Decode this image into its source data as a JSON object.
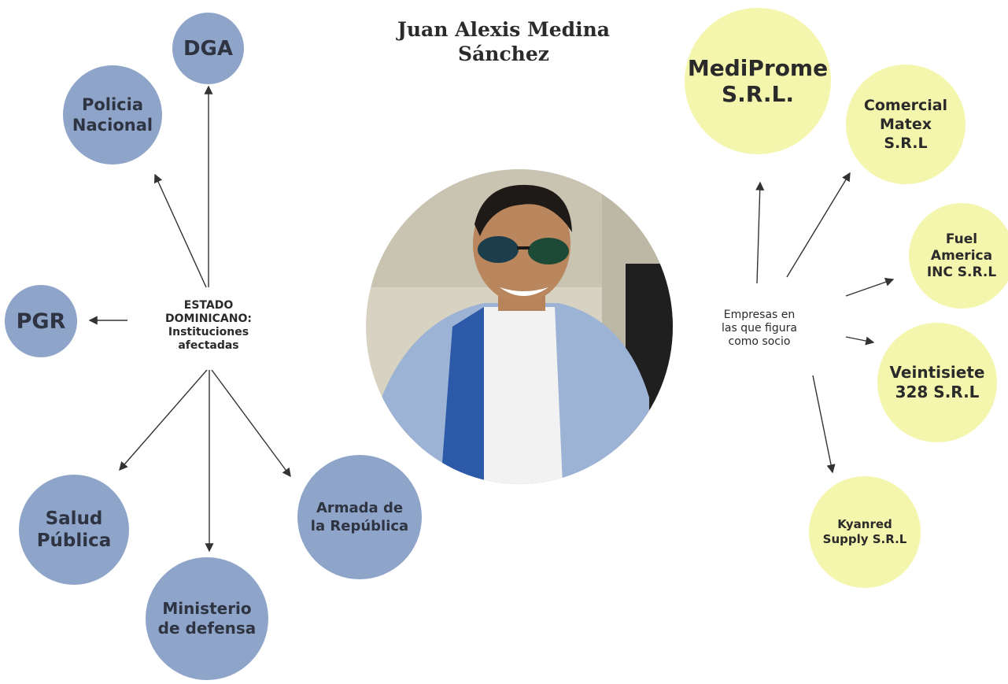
{
  "title": {
    "line1": "Juan Alexis Medina",
    "line2": "Sánchez"
  },
  "left_hub": {
    "lines": [
      "ESTADO",
      "DOMINICANO:",
      "Instituciones",
      "afectadas"
    ]
  },
  "right_hub": {
    "lines": [
      "Empresas en",
      "las que figura",
      "como socio"
    ]
  },
  "institutions": [
    {
      "lines": [
        "DGA"
      ]
    },
    {
      "lines": [
        "Policia",
        "Nacional"
      ]
    },
    {
      "lines": [
        "PGR"
      ]
    },
    {
      "lines": [
        "Salud",
        "Pública"
      ]
    },
    {
      "lines": [
        "Ministerio",
        "de defensa"
      ]
    },
    {
      "lines": [
        "Armada de",
        "la República"
      ]
    }
  ],
  "companies": [
    {
      "lines": [
        "MediProme",
        "S.R.L."
      ]
    },
    {
      "lines": [
        "Comercial",
        "Matex",
        "S.R.L"
      ]
    },
    {
      "lines": [
        "Fuel",
        "America",
        "INC S.R.L"
      ]
    },
    {
      "lines": [
        "Veintisiete",
        "328 S.R.L"
      ]
    },
    {
      "lines": [
        "Kyanred",
        "Supply S.R.L"
      ]
    }
  ],
  "colors": {
    "institution": "#8fa4c9",
    "company": "#f4f6ad",
    "arrow": "#333333"
  },
  "photo": {
    "description_icon": "portrait-photo"
  }
}
